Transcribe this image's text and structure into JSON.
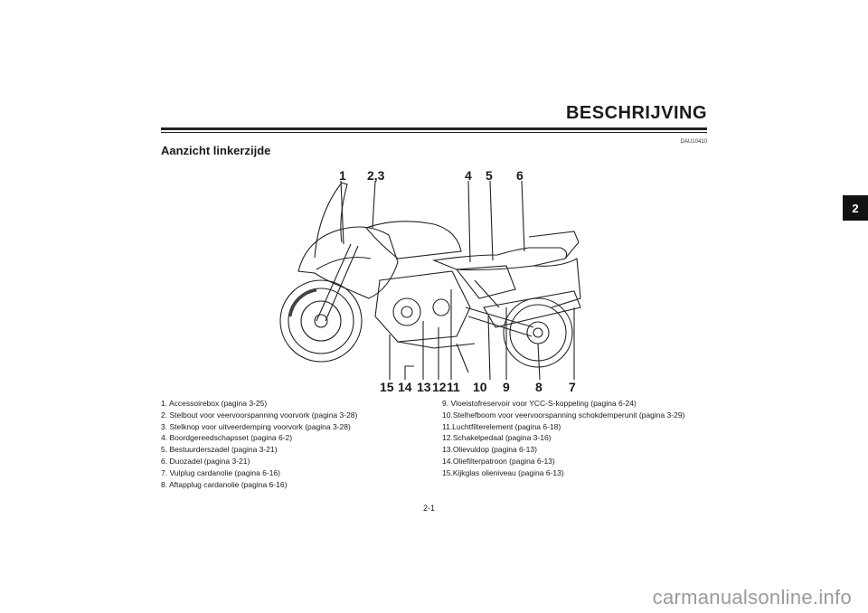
{
  "header": {
    "title": "BESCHRIJVING",
    "code": "DAU10410"
  },
  "section": {
    "title": "Aanzicht linkerzijde"
  },
  "side_tab": {
    "label": "2"
  },
  "callouts": {
    "top": [
      "1",
      "2,3",
      "4",
      "5",
      "6"
    ],
    "bottom": [
      "15",
      "14",
      "13",
      "12",
      "11",
      "10",
      "9",
      "8",
      "7"
    ]
  },
  "legend_left": [
    "1.  Accessoirebox (pagina 3-25)",
    "2.  Stelbout voor veervoorspanning voorvork (pagina 3-28)",
    "3.  Stelknop voor uitveerdemping voorvork (pagina 3-28)",
    "4.  Boordgereedschapsset (pagina 6-2)",
    "5.  Bestuurderszadel (pagina 3-21)",
    "6.  Duozadel (pagina 3-21)",
    "7.  Vulplug cardanolie (pagina 6-16)",
    "8.  Aftapplug cardanolie (pagina 6-16)"
  ],
  "legend_right": [
    "9.  Vloeistofreservoir voor YCC-S-koppeling (pagina 6-24)",
    "10.Stelhefboom voor veervoorspanning schokdemperunit (pagina 3-29)",
    "11.Luchtfilterelement (pagina 6-18)",
    "12.Schakelpedaal (pagina 3-16)",
    "13.Olievuldop (pagina 6-13)",
    "14.Oliefilterpatroon (pagina 6-13)",
    "15.Kijkglas olieniveau (pagina 6-13)"
  ],
  "footer": {
    "page_number": "2-1",
    "watermark": "carmanualsonline.info"
  }
}
